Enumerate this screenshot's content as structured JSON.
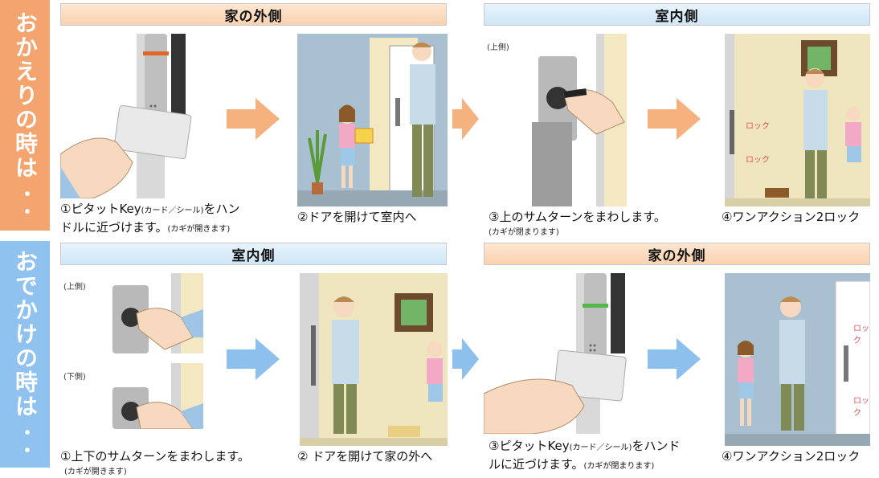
{
  "sections": {
    "home": {
      "side_label": "おかえりの時は",
      "side_dots": "・・",
      "headers": {
        "outside": "家の外側",
        "inside": "室内側"
      },
      "steps": [
        {
          "line1_main": "①ピタットKey",
          "line1_small": "(カード／シール)",
          "line1_tail": "をハン",
          "line2_main": "ドルに近づけます。",
          "line2_small": "(カギが開きます)"
        },
        {
          "text": "②ドアを開けて室内へ"
        },
        {
          "text": "③上のサムターンをまわします。",
          "note": "(カギが閉まります)"
        },
        {
          "text": "④ワンアクション2ロック"
        }
      ],
      "tags": {
        "upper": "(上側)",
        "lock": "ロック"
      }
    },
    "out": {
      "side_label": "おでかけの時は",
      "side_dots": "・・",
      "headers": {
        "inside": "室内側",
        "outside": "家の外側"
      },
      "steps": [
        {
          "text": "①上下のサムターンをまわします。",
          "note": "(カギが開きます)"
        },
        {
          "text": "② ドアを開けて家の外へ"
        },
        {
          "line1_main": "③ピタットKey",
          "line1_small": "(カード／シール)",
          "line1_tail": "をハンド",
          "line2_main": "ルに近づけます。",
          "line2_small": "(カギが閉まります)"
        },
        {
          "text": "④ワンアクション2ロック"
        }
      ],
      "tags": {
        "upper": "(上側)",
        "lower": "(下側)",
        "lock": "ロック"
      }
    }
  },
  "colors": {
    "orange_side": "#f4a46e",
    "blue_side": "#8fc2ee",
    "orange_arrow": "#f6b27e",
    "blue_arrow": "#8ec0ee"
  }
}
